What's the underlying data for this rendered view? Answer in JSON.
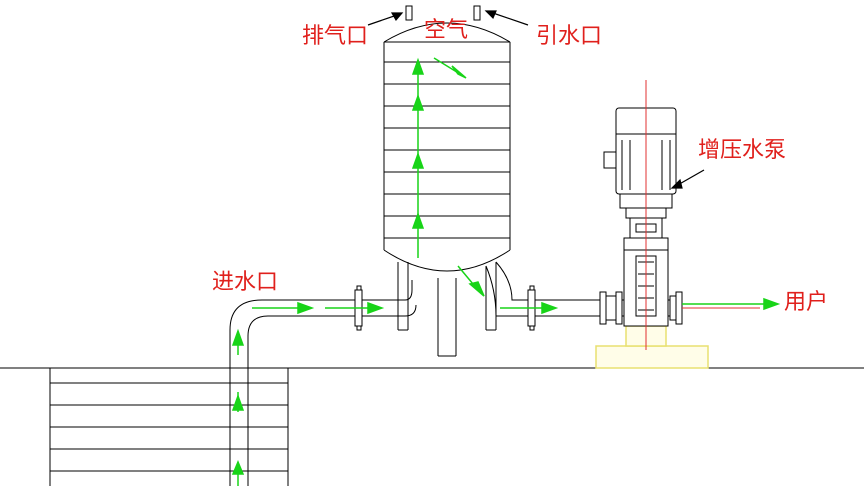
{
  "labels": {
    "vent": "排气口",
    "air": "空气",
    "priming": "引水口",
    "booster_pump": "增压水泵",
    "inlet": "进水口",
    "user": "用户"
  },
  "colors": {
    "line": "#000000",
    "label": "#e0201c",
    "flow_arrow": "#18d418",
    "center_line": "#e03030",
    "pump_base": "#e8e070",
    "pump_base_fill": "#fffde8"
  }
}
